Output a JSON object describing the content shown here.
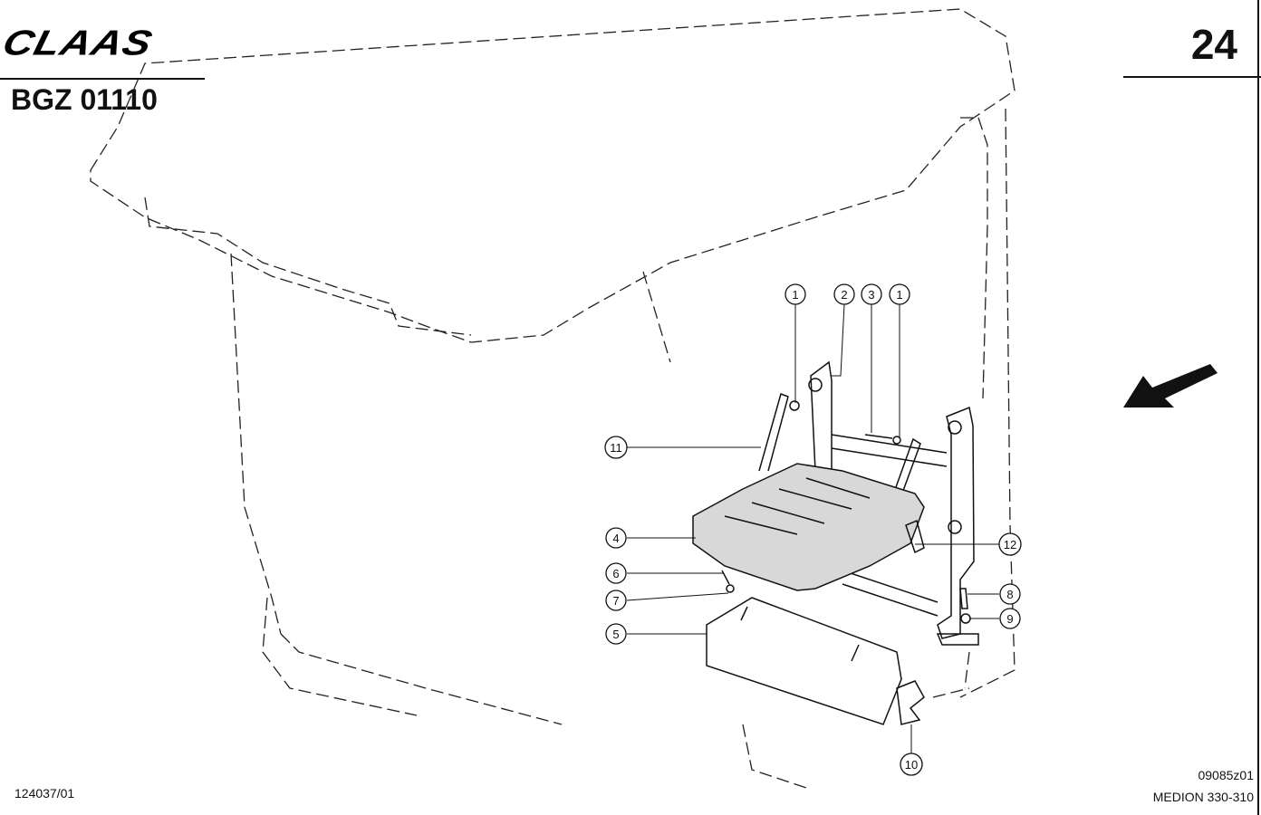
{
  "header": {
    "brand": "CLAAS",
    "doc_code": "BGZ 01110",
    "page_number": "24"
  },
  "footer": {
    "left_code": "124037/01",
    "right_code": "09085z01",
    "model": "MEDION 330-310"
  },
  "callouts": [
    {
      "id": "c-1a",
      "label": "1"
    },
    {
      "id": "c-2",
      "label": "2"
    },
    {
      "id": "c-3",
      "label": "3"
    },
    {
      "id": "c-1b",
      "label": "1"
    },
    {
      "id": "c-11",
      "label": "11"
    },
    {
      "id": "c-4",
      "label": "4"
    },
    {
      "id": "c-6",
      "label": "6"
    },
    {
      "id": "c-7",
      "label": "7"
    },
    {
      "id": "c-5",
      "label": "5"
    },
    {
      "id": "c-12",
      "label": "12"
    },
    {
      "id": "c-8",
      "label": "8"
    },
    {
      "id": "c-9",
      "label": "9"
    },
    {
      "id": "c-10",
      "label": "10"
    }
  ],
  "icons": {
    "direction": "direction-arrow-icon"
  },
  "colors": {
    "ink": "#111111",
    "paper": "#ffffff"
  }
}
